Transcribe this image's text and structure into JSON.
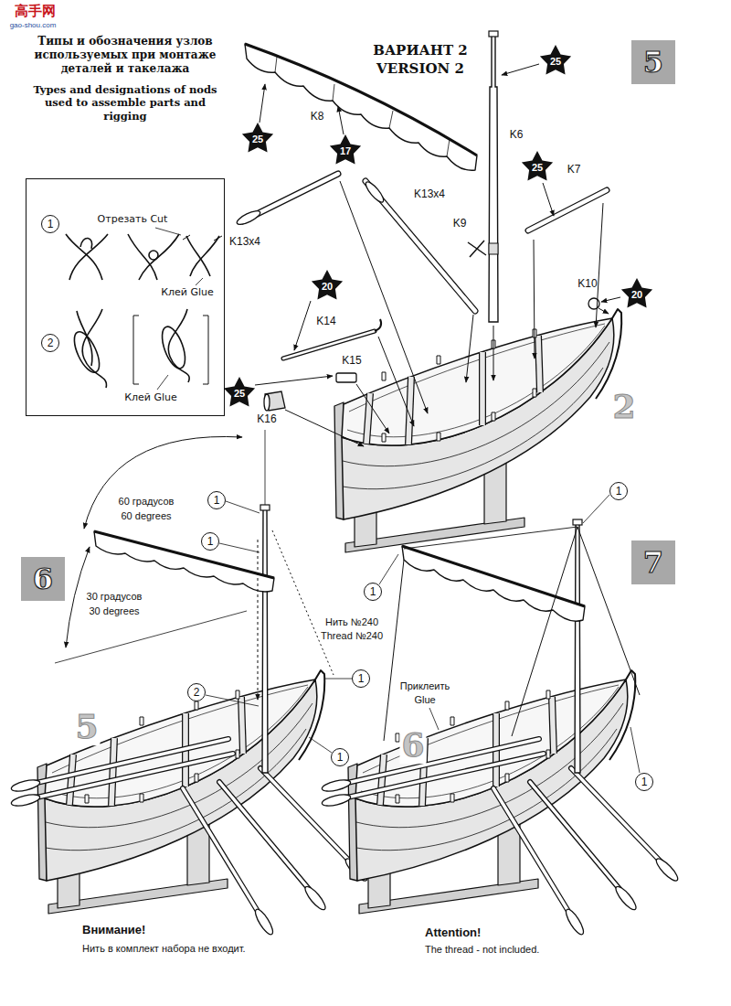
{
  "diagram": {
    "nodes": [
      {
        "text": [
          "Типы и обозначения узлов используемых при монтаже деталей и такелажа",
          "Types and designations of nods used to assemble parts and rigging",
          "Отрезать Cut",
          "Клей Glue",
          "Клей Glue"
        ]
      },
      {
        "text": [
          "1"
        ],
        "in": 0
      },
      {
        "text": [
          "2"
        ],
        "in": 0
      },
      {
        "text": [
          "5"
        ]
      },
      {
        "text": [
          "25"
        ]
      },
      {
        "text": [
          "25"
        ]
      },
      {
        "text": [
          "17"
        ]
      },
      {
        "text": [
          "25"
        ]
      },
      {
        "text": [
          "20"
        ]
      },
      {
        "text": [
          "20"
        ]
      },
      {
        "text": [
          "25"
        ]
      },
      {
        "text": [
          "6"
        ]
      },
      {
        "text": [
          "1"
        ]
      },
      {
        "text": [
          "1"
        ]
      },
      {
        "text": [
          "2"
        ]
      },
      {
        "text": [
          "1"
        ]
      },
      {
        "text": [
          "1"
        ]
      },
      {
        "text": [
          "7"
        ]
      },
      {
        "text": [
          "1"
        ]
      },
      {
        "text": [
          "1"
        ]
      },
      {
        "text": [
          "1"
        ]
      }
    ],
    "labels": [
      "高手网",
      "gao-shou.com",
      "ВАРИАНТ 2",
      "VERSION 2",
      "K8",
      "K6",
      "K7",
      "K9",
      "K13x4",
      "K13x4",
      "K10",
      "K14",
      "K15",
      "K16",
      "2",
      "60 градусов",
      "60 degrees",
      "30 градусов",
      "30 degrees",
      "5",
      "Нить №240",
      "Thread №240",
      "Приклеить",
      "Glue",
      "6",
      "Внимание!",
      "Нить в комплект набора не входит.",
      "Attention!",
      "The thread - not included."
    ]
  }
}
